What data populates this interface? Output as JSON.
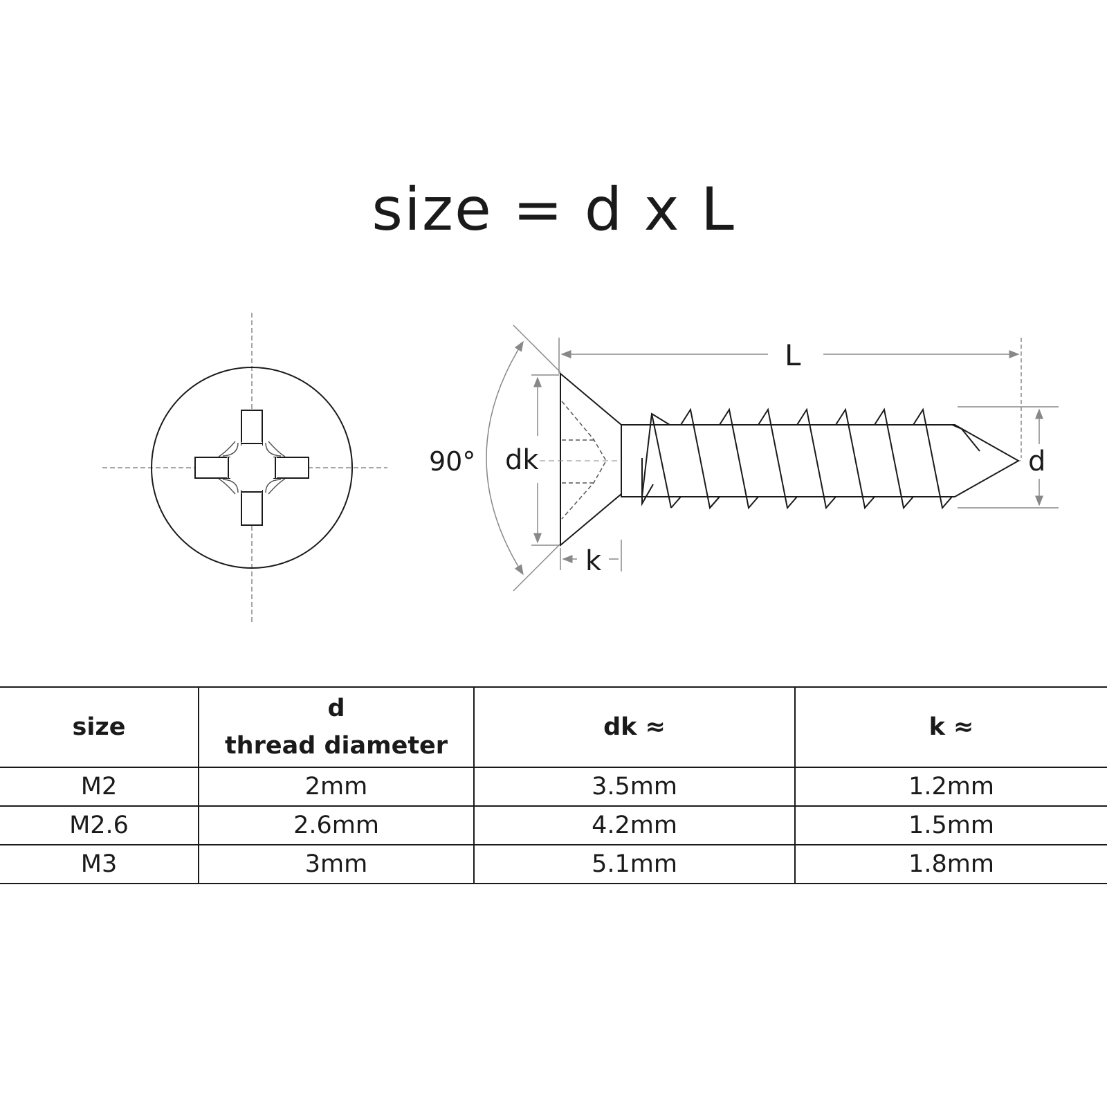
{
  "title": "size = d x L",
  "diagram": {
    "labels": {
      "length": "L",
      "head_diameter": "dk",
      "angle": "90°",
      "thread_diameter": "d",
      "head_height": "k"
    }
  },
  "table": {
    "headers": {
      "size": "size",
      "d_symbol": "d",
      "d_name": "thread diameter",
      "dk": "dk ≈",
      "k": "k ≈"
    },
    "rows": [
      {
        "size": "M2",
        "d": "2mm",
        "dk": "3.5mm",
        "k": "1.2mm"
      },
      {
        "size": "M2.6",
        "d": "2.6mm",
        "dk": "4.2mm",
        "k": "1.5mm"
      },
      {
        "size": "M3",
        "d": "3mm",
        "dk": "5.1mm",
        "k": "1.8mm"
      }
    ]
  }
}
